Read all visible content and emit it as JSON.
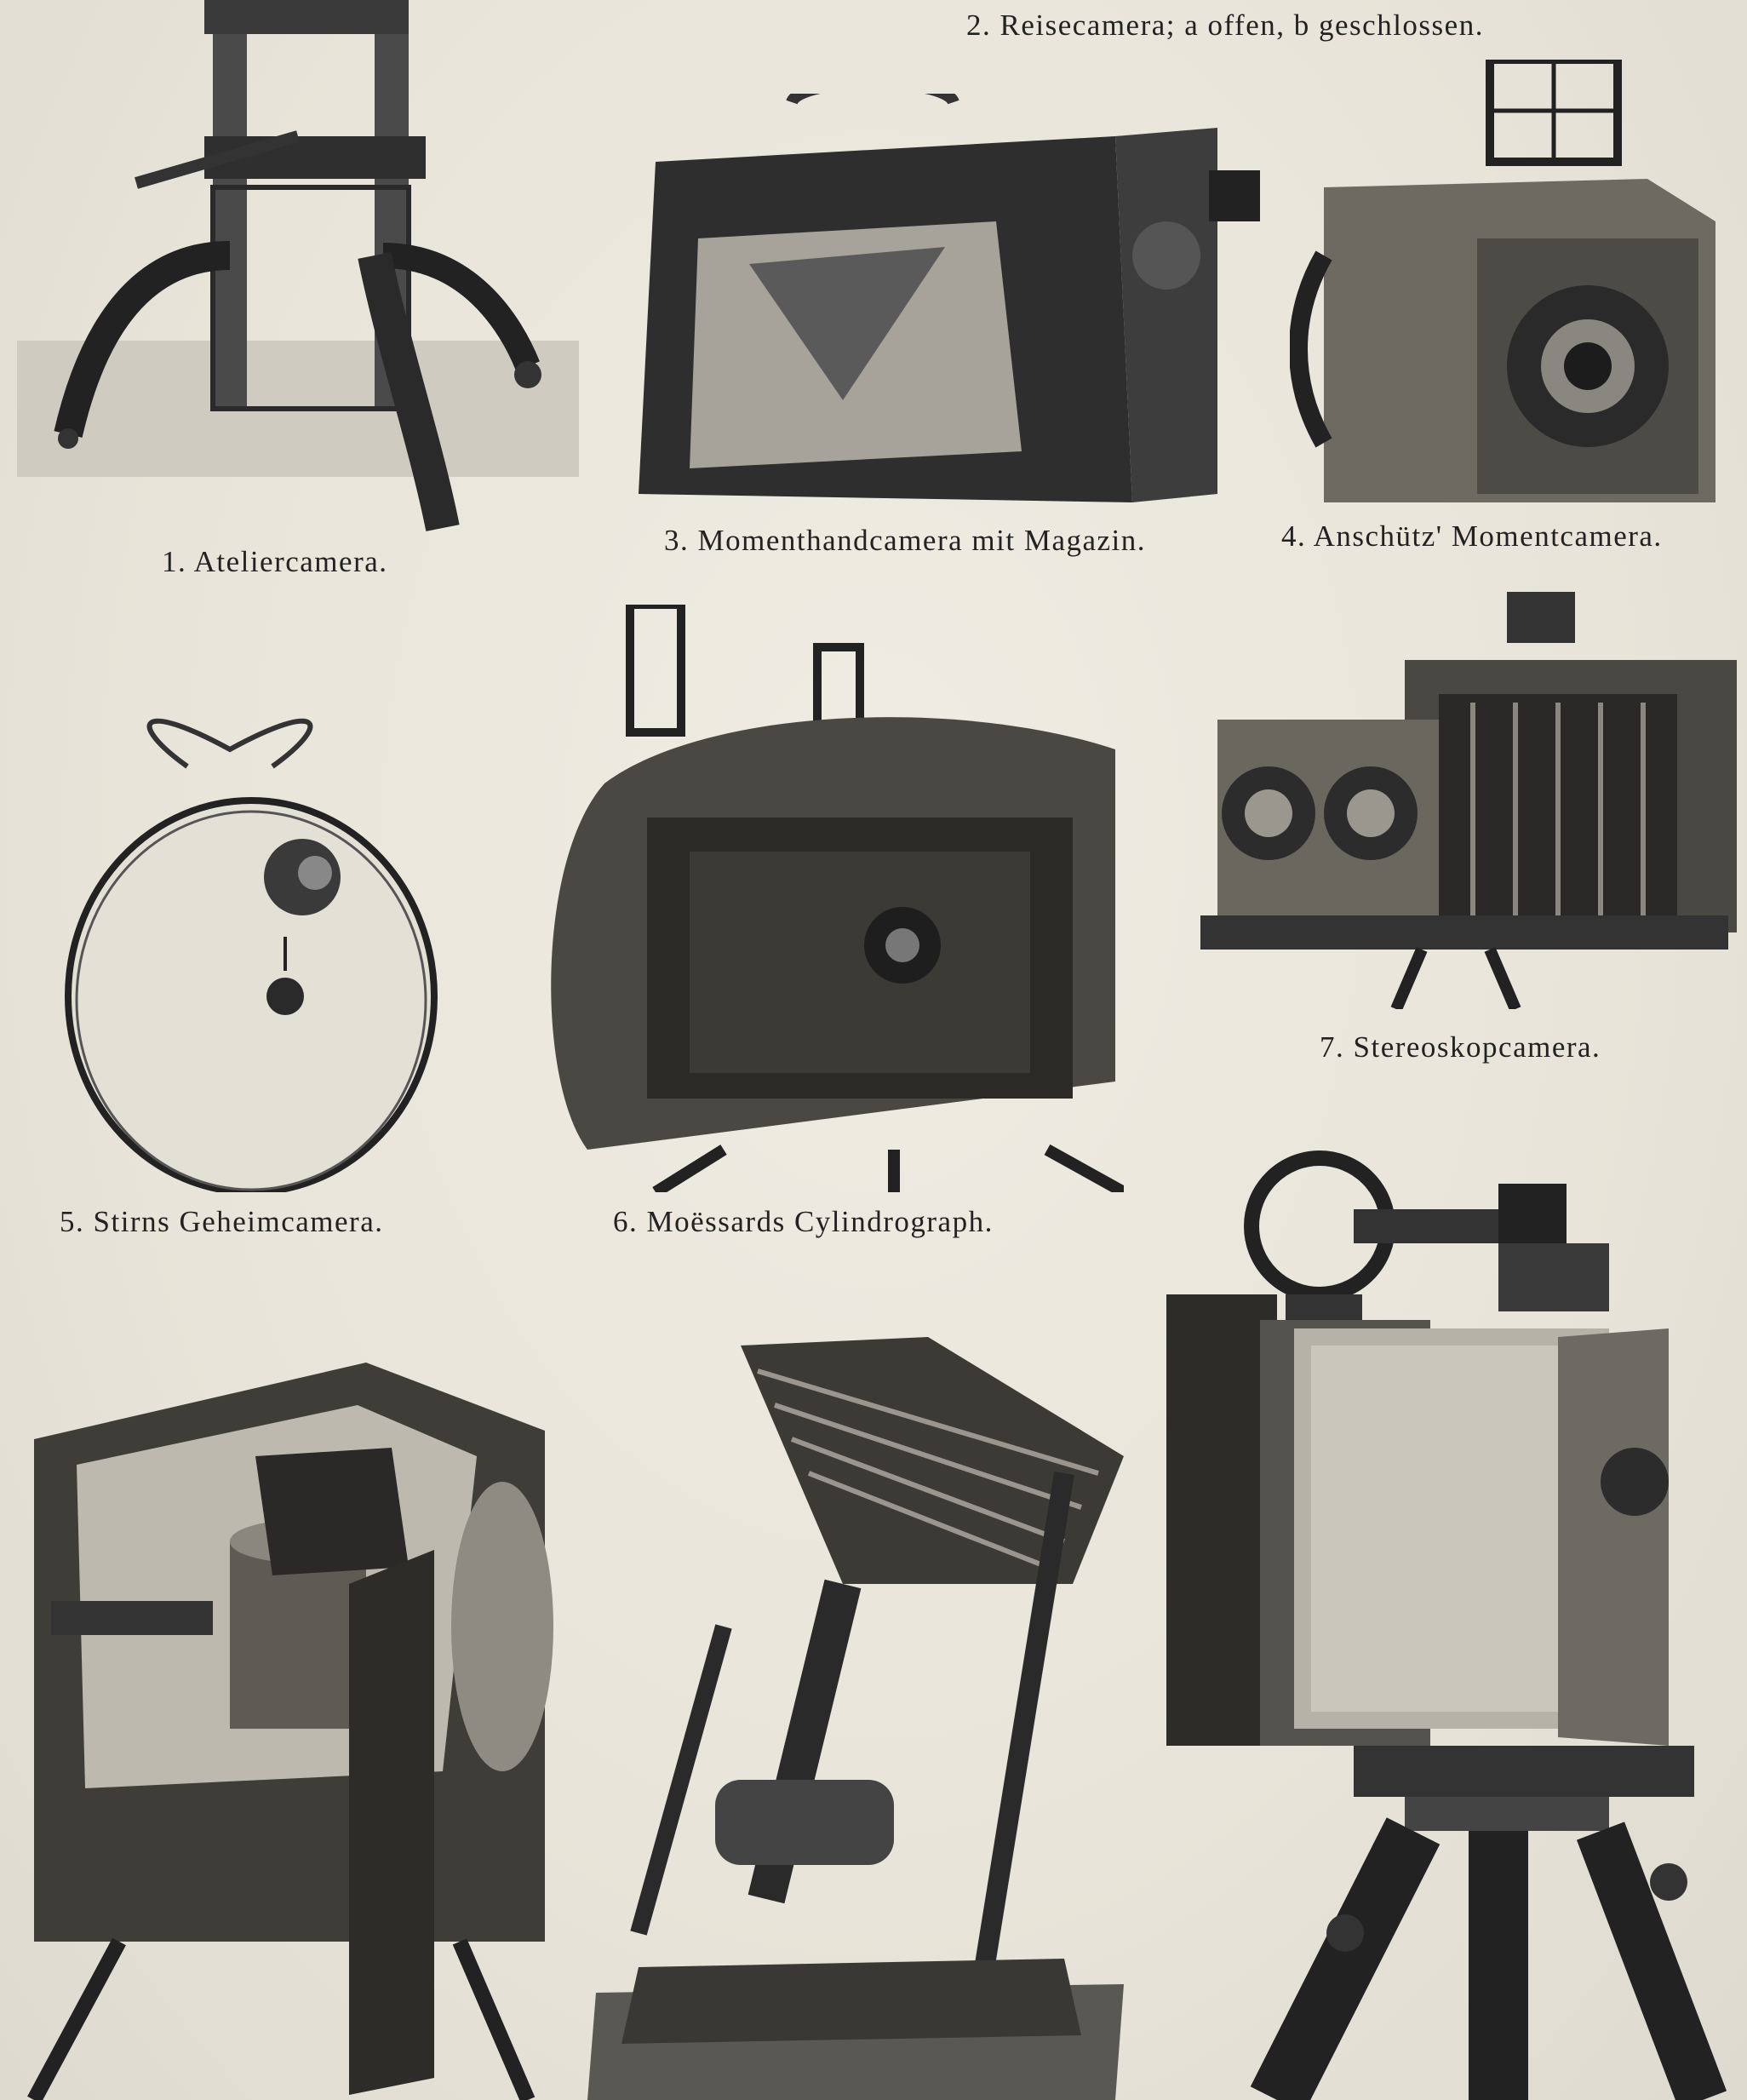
{
  "captions": {
    "fig2": "2. Reisecamera; a offen, b geschlossen.",
    "fig1": "1. Ateliercamera.",
    "fig3": "3. Momenthandcamera mit Magazin.",
    "fig4": "4. Anschütz' Momentcamera.",
    "fig5": "5. Stirns Geheimcamera.",
    "fig6": "6. Moëssards Cylindrograph.",
    "fig7": "7. Stereoskopcamera."
  },
  "figures": [
    {
      "id": "fig1",
      "icon": "atelier-camera-engraving"
    },
    {
      "id": "fig3",
      "icon": "hand-camera-with-magazine-engraving"
    },
    {
      "id": "fig4",
      "icon": "anschuetz-camera-engraving"
    },
    {
      "id": "fig5",
      "icon": "stirn-secret-camera-engraving"
    },
    {
      "id": "fig6",
      "icon": "cylindrograph-engraving"
    },
    {
      "id": "fig7",
      "icon": "stereo-camera-engraving"
    },
    {
      "id": "fig8",
      "icon": "box-camera-with-mechanism-engraving"
    },
    {
      "id": "fig9",
      "icon": "tilted-bellows-camera-stand-engraving"
    },
    {
      "id": "fig10",
      "icon": "theodolite-camera-tripod-engraving"
    }
  ],
  "colors": {
    "paper": "#e9e6dc",
    "ink": "#1f1f1f"
  }
}
